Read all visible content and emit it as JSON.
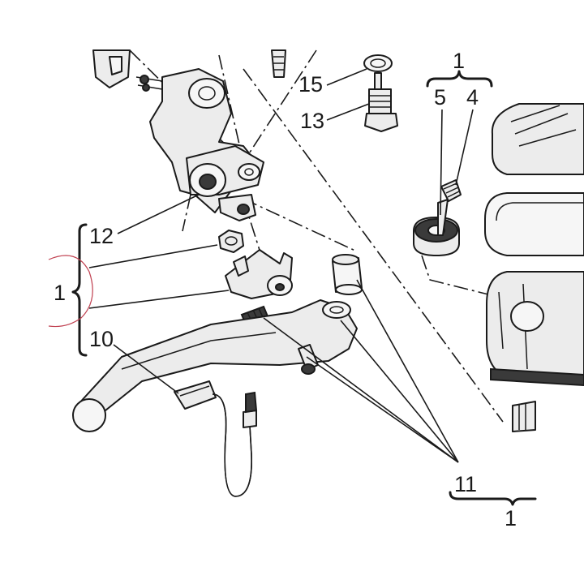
{
  "diagram": {
    "callouts": {
      "c15": "15",
      "c13": "13",
      "c1_top": "1",
      "c5": "5",
      "c4": "4",
      "c12": "12",
      "c1_left": "1",
      "c10": "10",
      "c11": "11",
      "c1_bottom": "1"
    },
    "colors": {
      "line": "#1a1a1a",
      "part_fill": "#ececec",
      "markup_circle": "#c04050"
    }
  }
}
